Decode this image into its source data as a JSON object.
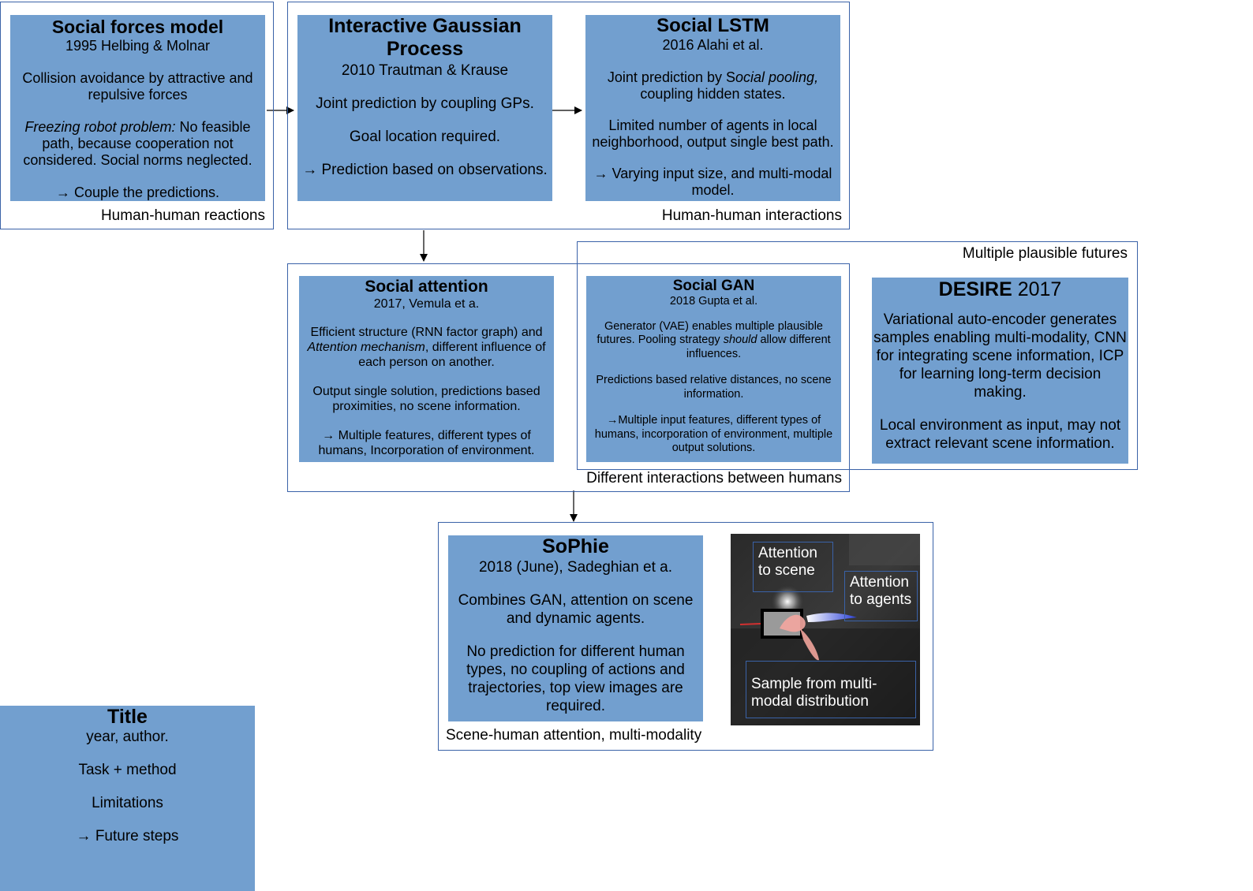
{
  "social_forces": {
    "title": "Social forces model",
    "year_author": "1995 Helbing & Molnar",
    "task": "Collision avoidance by attractive and repulsive forces",
    "limit_italic": "Freezing robot problem:",
    "limit_rest": " No feasible path, because cooperation not considered. Social norms neglected.",
    "future": "→ Couple the predictions.",
    "group_caption": "Human-human reactions"
  },
  "igp": {
    "title": "Interactive Gaussian Process",
    "year_author": "2010 Trautman & Krause",
    "task": "Joint prediction by coupling GPs.",
    "limit": "Goal location required.",
    "future": "→ Prediction based on observations."
  },
  "social_lstm": {
    "title": "Social LSTM",
    "year_author": "2016 Alahi et al.",
    "task_pre": "Joint prediction by S",
    "task_italic": "ocial pooling,",
    "task_post": " coupling hidden states.",
    "limit": "Limited number of agents in local neighborhood, output single best path.",
    "future": "→ Varying input size, and multi-modal model.",
    "group_caption": "Human-human interactions"
  },
  "social_attention": {
    "title": "Social attention",
    "year_author": "2017, Vemula et a.",
    "task_pre": "Efficient structure (RNN  factor graph) and ",
    "task_italic": "Attention mechanism",
    "task_post": ", different influence of each person on another.",
    "limit": "Output single solution, predictions based proximities, no scene information.",
    "future": "→ Multiple features, different types of humans,  Incorporation of environment.",
    "group_caption": "Different interactions between humans"
  },
  "social_gan": {
    "title": "Social GAN",
    "year_author": "2018 Gupta et al.",
    "task_pre": "Generator (VAE) enables multiple plausible futures. Pooling strategy ",
    "task_italic": "should",
    "task_post": " allow different influences.",
    "limit": "Predictions based relative distances, no scene information.",
    "future": "→Multiple input features, different types of humans, incorporation of environment, multiple output solutions."
  },
  "desire": {
    "title_bold": "DESIRE",
    "title_year": " 2017",
    "task": "Variational auto-encoder generates samples enabling multi-modality, CNN for integrating scene information, ICP for learning long-term decision making.",
    "limit": "Local environment as input, may not extract relevant scene information.",
    "group_caption": "Multiple plausible futures"
  },
  "sophie": {
    "title": "SoPhie",
    "year_author": "2018 (June), Sadeghian et a.",
    "task": "Combines GAN, attention on scene and dynamic agents.",
    "limit": "No prediction for different human types, no coupling of actions and trajectories, top view images are required.",
    "group_caption": "Scene-human attention, multi-modality",
    "image_labels": {
      "scene": "Attention to scene",
      "agents": "Attention to agents",
      "sample": "Sample from multi-modal distribution"
    }
  },
  "legend": {
    "title": "Title",
    "year_author": "year, author.",
    "task": "Task + method",
    "limit": "Limitations",
    "future": "→ Future steps"
  }
}
